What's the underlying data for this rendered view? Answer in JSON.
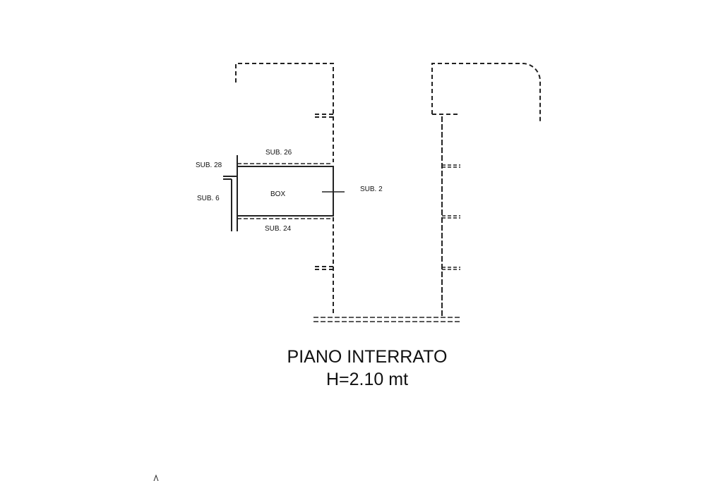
{
  "floor_plan": {
    "labels": {
      "sub_26": "SUB. 26",
      "sub_28": "SUB. 28",
      "sub_6": "SUB. 6",
      "box": "BOX",
      "sub_2": "SUB. 2",
      "sub_24": "SUB. 24"
    },
    "caption": {
      "title": "PIANO INTERRATO",
      "height": "H=2.10 mt"
    }
  }
}
